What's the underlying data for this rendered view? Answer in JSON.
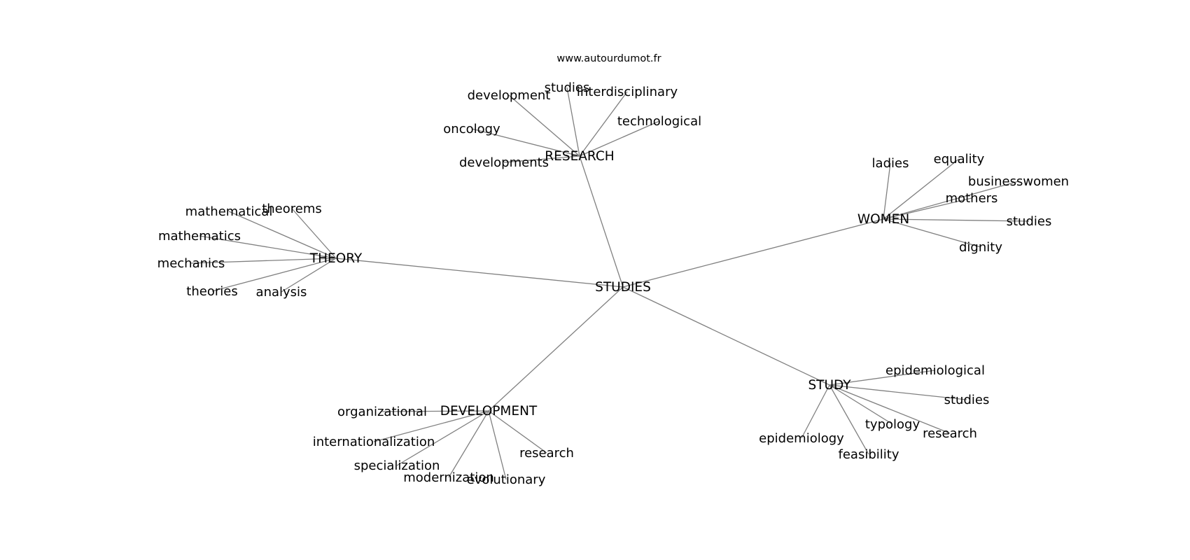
{
  "source_url": "www.autourdumot.fr",
  "graph": {
    "center": "STUDIES",
    "hubs": [
      {
        "id": "research",
        "label": "RESEARCH",
        "leaves": [
          "development",
          "studies",
          "interdisciplinary",
          "technological",
          "oncology",
          "developments"
        ]
      },
      {
        "id": "theory",
        "label": "THEORY",
        "leaves": [
          "mathematical",
          "theorems",
          "mathematics",
          "mechanics",
          "theories",
          "analysis"
        ]
      },
      {
        "id": "women",
        "label": "WOMEN",
        "leaves": [
          "ladies",
          "equality",
          "businesswomen",
          "mothers",
          "studies",
          "dignity"
        ]
      },
      {
        "id": "development",
        "label": "DEVELOPMENT",
        "leaves": [
          "organizational",
          "internationalization",
          "specialization",
          "modernization",
          "evolutionary",
          "research"
        ]
      },
      {
        "id": "study",
        "label": "STUDY",
        "leaves": [
          "epidemiological",
          "studies",
          "typology",
          "research",
          "epidemiology",
          "feasibility"
        ]
      }
    ]
  },
  "colors": {
    "edge": "#808080",
    "text": "#000000",
    "background": "#ffffff"
  }
}
